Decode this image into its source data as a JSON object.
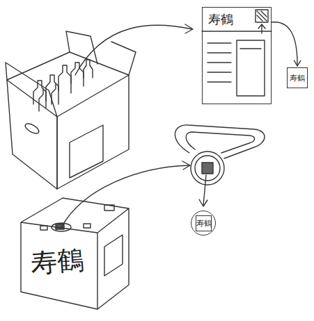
{
  "diagram": {
    "nodes": [
      {
        "text": [
          "寿鶴"
        ]
      },
      {
        "text": [
          "寿鶴"
        ]
      },
      {
        "text": [
          "寿鶴"
        ]
      },
      {
        "text": [
          "寿鶴"
        ]
      }
    ],
    "edges": [
      {
        "from": 0,
        "to": 1,
        "arrow": "to"
      }
    ]
  }
}
